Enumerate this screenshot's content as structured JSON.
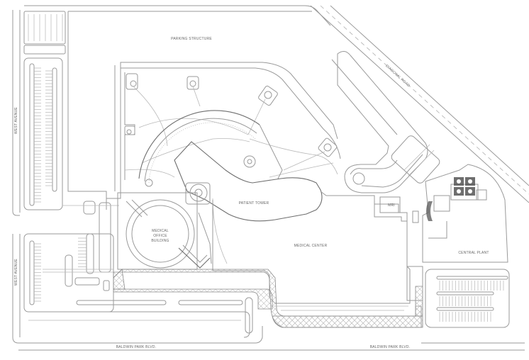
{
  "labels": {
    "parking_structure": "PARKING STRUCTURE",
    "diagonal_road": "DIAGONAL ROAD",
    "west_avenue_north": "WEST AVENUE",
    "west_avenue_south": "WEST AVENUE",
    "patient_tower": "PATIENT TOWER",
    "medical_office_line1": "MEDICAL",
    "medical_office_line2": "OFFICE",
    "medical_office_line3": "BUILDING",
    "medical_center": "MEDICAL CENTER",
    "mri": "MRI",
    "central_plant": "CENTRAL PLANT",
    "baldwin_west": "BALDWIN PARK BLVD.",
    "baldwin_east": "BALDWIN PARK BLVD."
  },
  "colors": {
    "line": "#9a9a9a",
    "dark_line": "#6e6e6e",
    "hatch": "#bdbdbd",
    "equipment": "#555555",
    "background": "#ffffff"
  }
}
